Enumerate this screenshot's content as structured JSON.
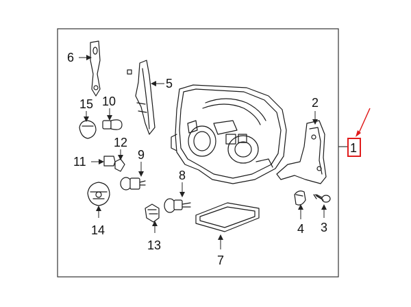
{
  "diagram": {
    "callouts": [
      {
        "id": "1",
        "label": "1"
      },
      {
        "id": "2",
        "label": "2"
      },
      {
        "id": "3",
        "label": "3"
      },
      {
        "id": "4",
        "label": "4"
      },
      {
        "id": "5",
        "label": "5"
      },
      {
        "id": "6",
        "label": "6"
      },
      {
        "id": "7",
        "label": "7"
      },
      {
        "id": "8",
        "label": "8"
      },
      {
        "id": "9",
        "label": "9"
      },
      {
        "id": "10",
        "label": "10"
      },
      {
        "id": "11",
        "label": "11"
      },
      {
        "id": "12",
        "label": "12"
      },
      {
        "id": "13",
        "label": "13"
      },
      {
        "id": "14",
        "label": "14"
      },
      {
        "id": "15",
        "label": "15"
      }
    ],
    "highlight_color": "#e01b1b",
    "line_color": "#1a1a1a"
  }
}
